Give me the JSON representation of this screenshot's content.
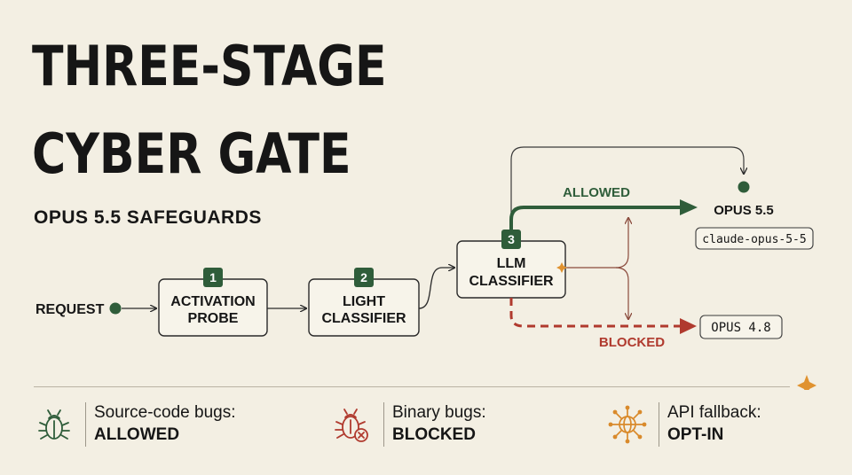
{
  "title": {
    "line1": "THREE-STAGE",
    "line2": "CYBER GATE"
  },
  "subtitle": "OPUS 5.5 SAFEGUARDS",
  "flow": {
    "request": "REQUEST",
    "stages": [
      {
        "num": "1",
        "line1": "ACTIVATION",
        "line2": "PROBE"
      },
      {
        "num": "2",
        "line1": "LIGHT",
        "line2": "CLASSIFIER"
      },
      {
        "num": "3",
        "line1": "LLM",
        "line2": "CLASSIFIER"
      }
    ],
    "allowed_label": "ALLOWED",
    "blocked_label": "BLOCKED",
    "allowed_target": {
      "name": "OPUS 5.5",
      "model_id": "claude-opus-5-5"
    },
    "blocked_target": {
      "name": "OPUS 4.8"
    }
  },
  "legend": [
    {
      "icon": "bug-icon",
      "label": "Source-code bugs:",
      "value": "ALLOWED",
      "color": "#2f5d3a"
    },
    {
      "icon": "bug-blocked-icon",
      "label": "Binary bugs:",
      "value": "BLOCKED",
      "color": "#b03a2e"
    },
    {
      "icon": "network-globe-icon",
      "label": "API fallback:",
      "value": "OPT-IN",
      "color": "#d98a2b"
    }
  ],
  "colors": {
    "green": "#2f5d3a",
    "red": "#b03a2e",
    "orange": "#e0922f",
    "ink": "#161616",
    "background": "#f3efe3"
  }
}
